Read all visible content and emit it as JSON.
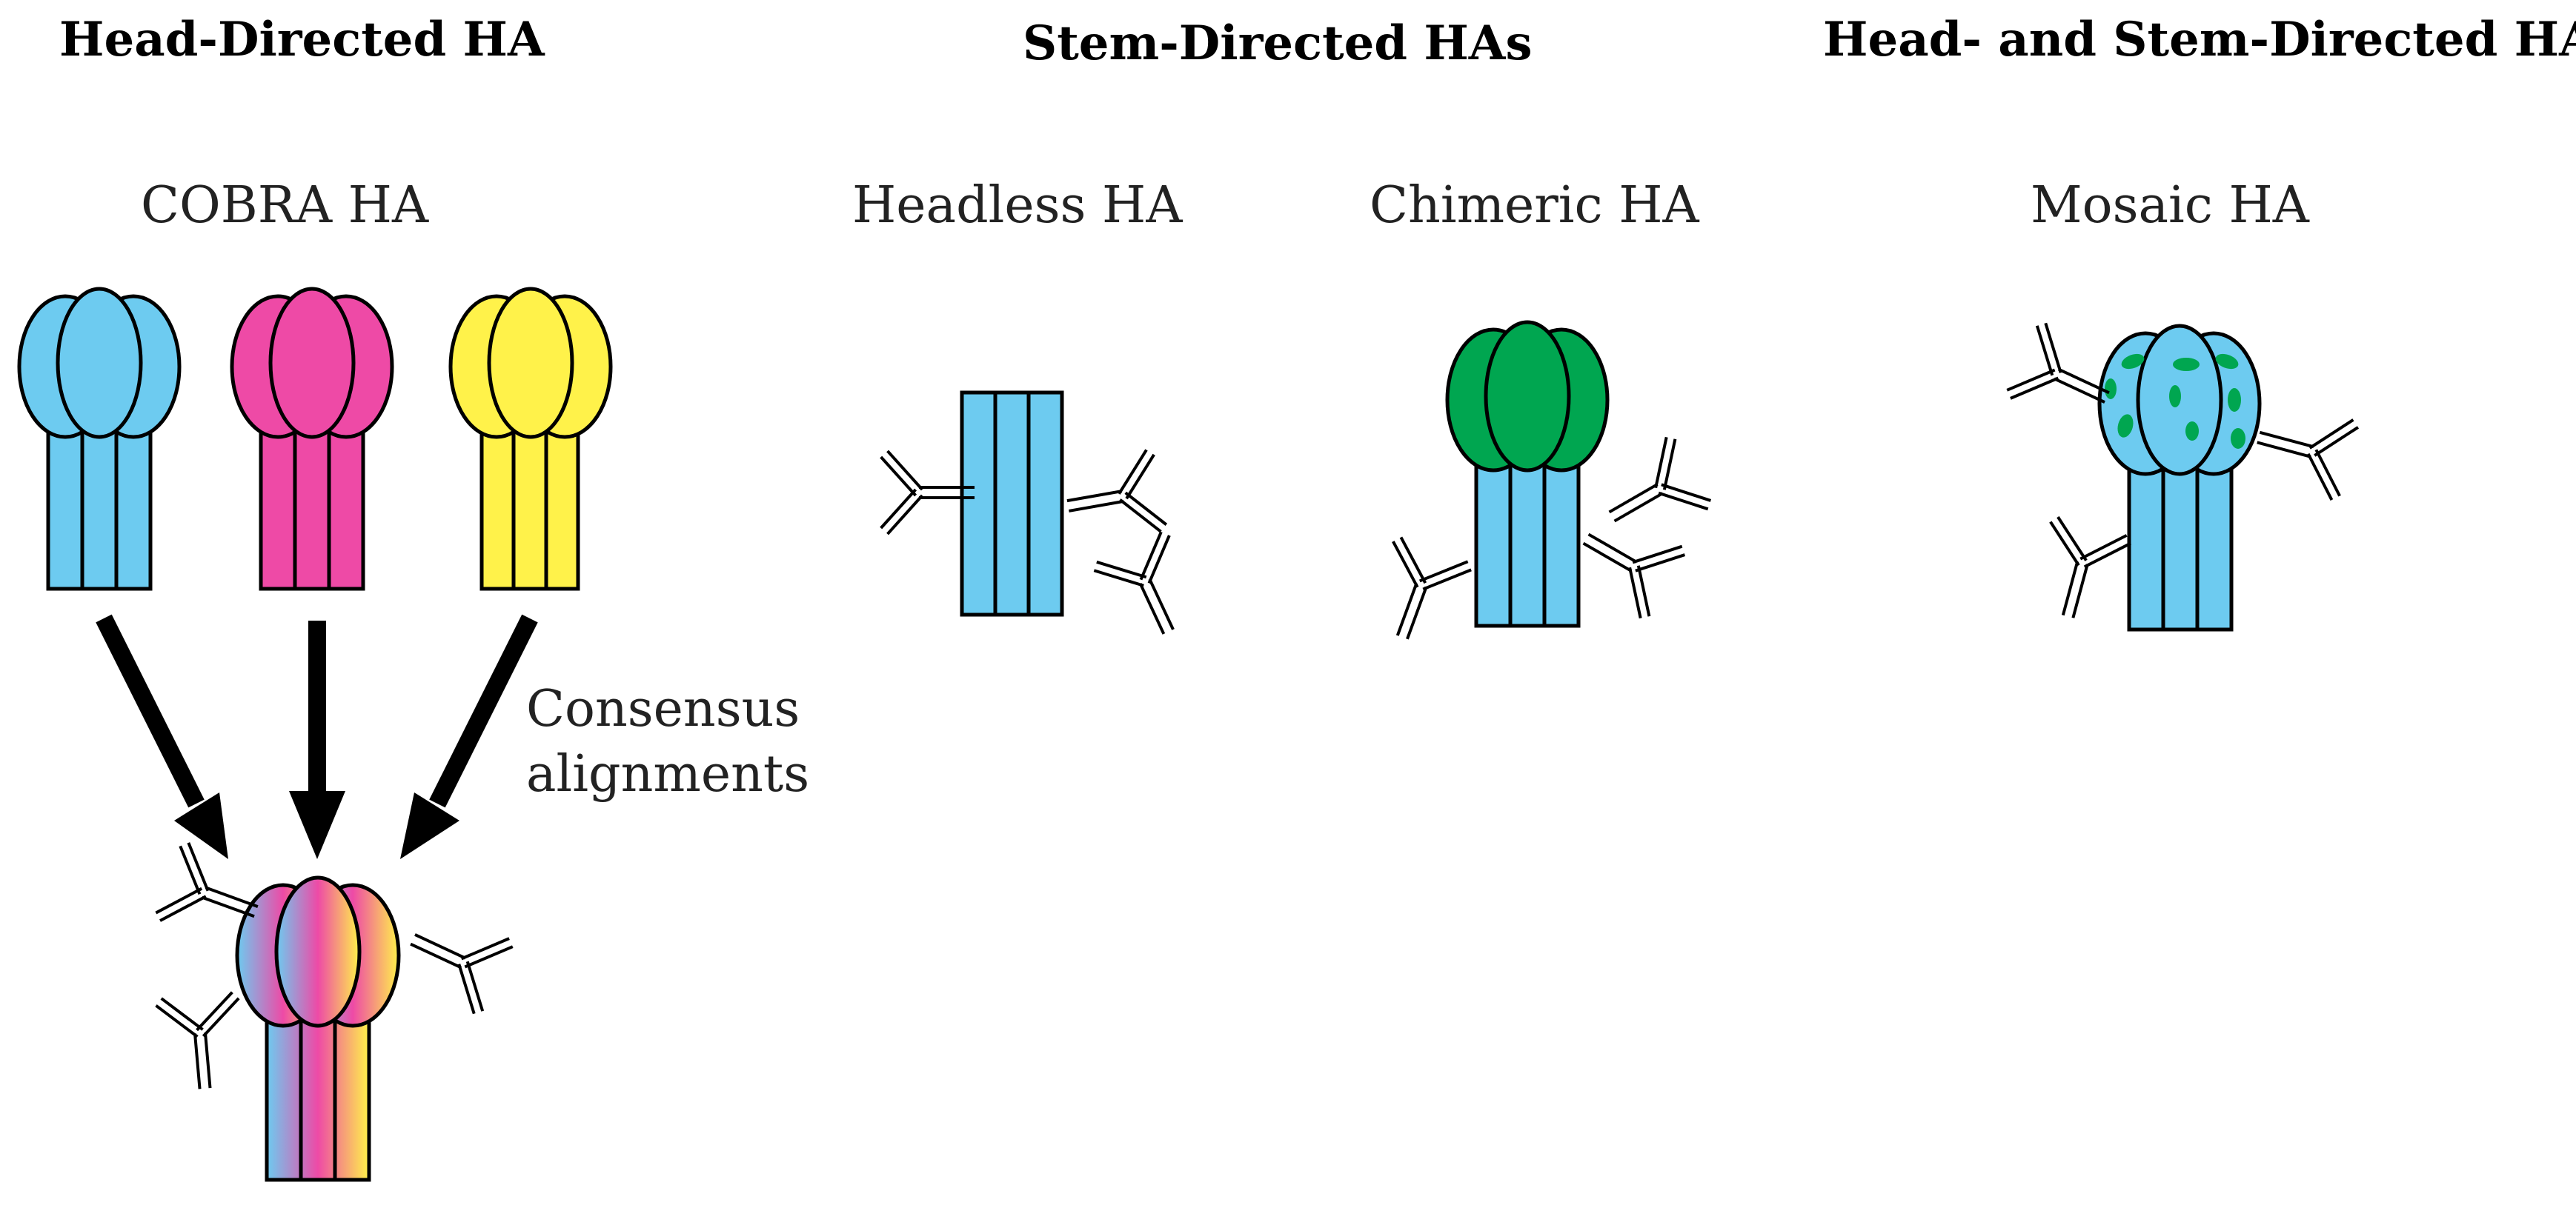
{
  "headers": {
    "head_directed": "Head-Directed HA",
    "stem_directed": "Stem-Directed HAs",
    "head_and_stem_directed": "Head- and Stem-Directed HA"
  },
  "labels": {
    "cobra": "COBRA HA",
    "headless": "Headless HA",
    "chimeric": "Chimeric HA",
    "mosaic": "Mosaic HA"
  },
  "annotation": {
    "line1": "Consensus",
    "line2": "alignments"
  },
  "colors": {
    "blue": "#6dcbf0",
    "magenta": "#ee4aa6",
    "yellow": "#fff24a",
    "green": "#00a650",
    "outline": "#000000"
  }
}
